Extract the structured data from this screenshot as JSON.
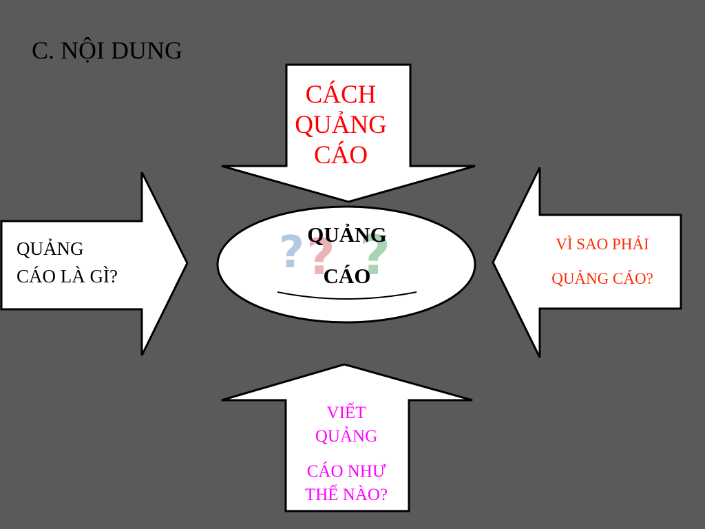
{
  "title": "C. NỘI DUNG",
  "center": {
    "line1": "QUẢNG",
    "line2": "CÁO"
  },
  "arrows": {
    "top": {
      "lines": [
        "CÁCH",
        "QUẢNG",
        "CÁO"
      ],
      "color": "#ff0000"
    },
    "left": {
      "lines": [
        "QUẢNG",
        "CÁO LÀ GÌ?"
      ],
      "color": "#000000"
    },
    "right": {
      "lines": [
        "VÌ SAO PHẢI",
        "QUẢNG CÁO?"
      ],
      "color": "#ff2b00"
    },
    "bottom": {
      "lines": [
        "VIẾT",
        "QUẢNG",
        "CÁO NHƯ",
        "THẾ NÀO?"
      ],
      "color": "#ff00ff"
    }
  },
  "colors": {
    "background": "#5a5a5a",
    "shape_fill": "#ffffff",
    "shape_outline": "#000000"
  },
  "decoration": {
    "center_icon": "question-marks-icon",
    "question_mark_colors": [
      "#e59aa0",
      "#9ab8d8",
      "#8cc89a"
    ]
  }
}
